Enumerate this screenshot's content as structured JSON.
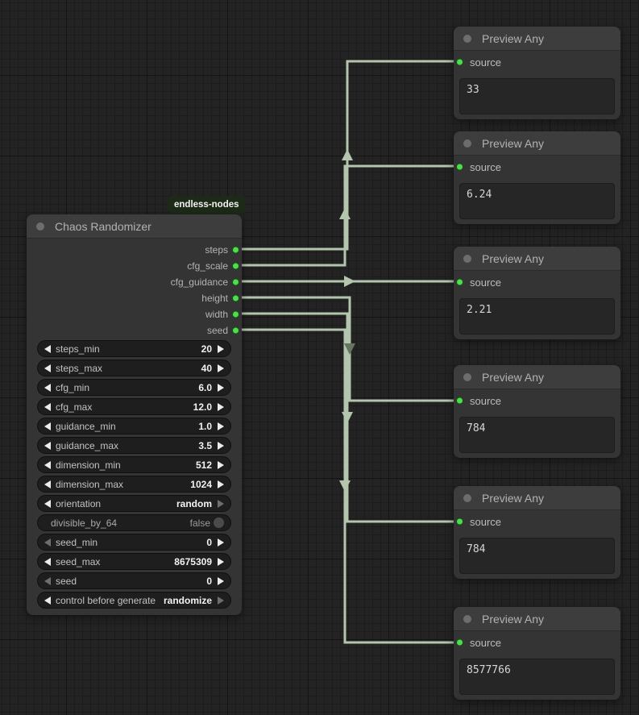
{
  "badge": {
    "label": "endless-nodes",
    "bg": "#1c2a17"
  },
  "randomizer": {
    "title": "Chaos Randomizer",
    "outputs": [
      "steps",
      "cfg_scale",
      "cfg_guidance",
      "height",
      "width",
      "seed"
    ],
    "widgets": [
      {
        "label": "steps_min",
        "value": "20"
      },
      {
        "label": "steps_max",
        "value": "40"
      },
      {
        "label": "cfg_min",
        "value": "6.0"
      },
      {
        "label": "cfg_max",
        "value": "12.0"
      },
      {
        "label": "guidance_min",
        "value": "1.0"
      },
      {
        "label": "guidance_max",
        "value": "3.5"
      },
      {
        "label": "dimension_min",
        "value": "512"
      },
      {
        "label": "dimension_max",
        "value": "1024"
      },
      {
        "label": "orientation",
        "value": "random"
      },
      {
        "label": "divisible_by_64",
        "value": "false"
      },
      {
        "label": "seed_min",
        "value": "0"
      },
      {
        "label": "seed_max",
        "value": "8675309"
      },
      {
        "label": "seed",
        "value": "0"
      },
      {
        "label": "control before generate",
        "value": "randomize"
      }
    ]
  },
  "preview_nodes": [
    {
      "title": "Preview Any",
      "input_label": "source",
      "value": "33"
    },
    {
      "title": "Preview Any",
      "input_label": "source",
      "value": "6.24"
    },
    {
      "title": "Preview Any",
      "input_label": "source",
      "value": "2.21"
    },
    {
      "title": "Preview Any",
      "input_label": "source",
      "value": "784"
    },
    {
      "title": "Preview Any",
      "input_label": "source",
      "value": "784"
    },
    {
      "title": "Preview Any",
      "input_label": "source",
      "value": "8577766"
    }
  ],
  "colors": {
    "wire": "#b3c6ad",
    "slot_green": "#4be04b",
    "node_body": "#343434",
    "node_header": "#3d3d3d"
  }
}
